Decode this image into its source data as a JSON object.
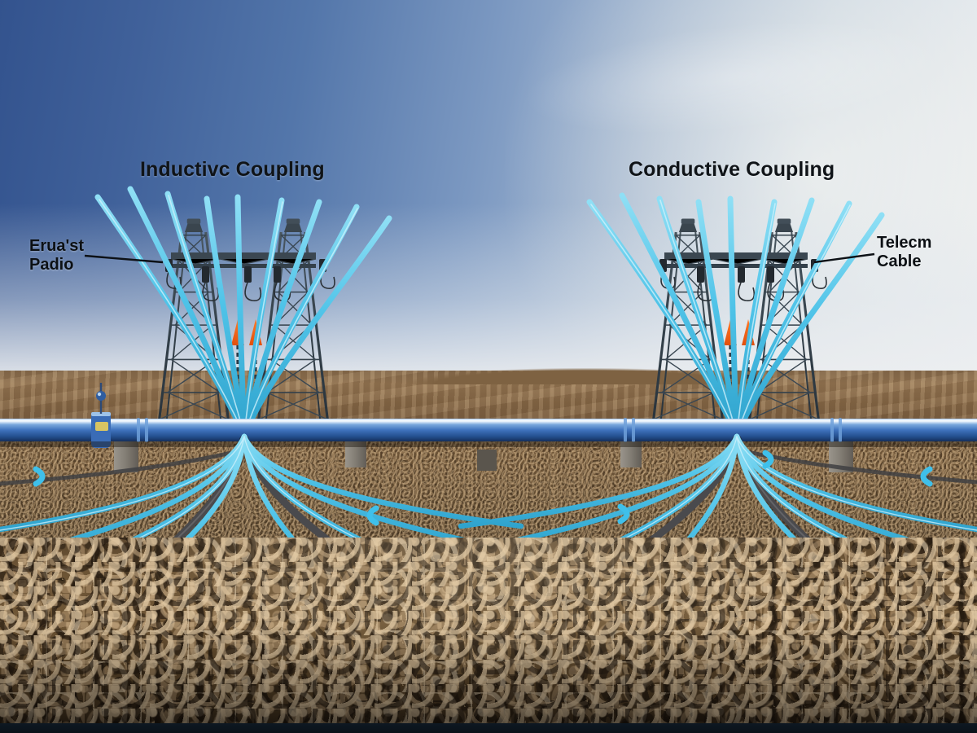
{
  "scene": {
    "name": "AC interference coupling on a buried pipeline beneath a high-voltage transmission line",
    "sky_top_left_color": "#33538e",
    "sky_top_right_color": "#e8ecf0",
    "field_line_color": "#4fc3e8",
    "field_line_highlight": "#a9e6f6",
    "pipeline_color": "#3f72bd",
    "pipeline_highlight": "#e8f0fb",
    "pipeline_shadow": "#17305e",
    "cable_color": "#4a4a4d",
    "arrow_color": "#f4641c",
    "ground_near_color": "#6b5335",
    "ground_far_color": "#8d7050",
    "tower_color": "#2f3942"
  },
  "titles": {
    "left": "Inductivc Coupling",
    "right": "Conductive Coupling"
  },
  "callouts": {
    "left": {
      "line1": "Erua'st",
      "line2": "Padio"
    },
    "right": {
      "line1": "Telecm",
      "line2": "Cable"
    }
  },
  "elements": {
    "pipeline": "buried steel pipeline",
    "tower_left": "lattice transmission tower",
    "tower_right": "lattice transmission tower",
    "telecom_cable": "telecom cable",
    "valve": "pipeline valve assembly",
    "valve_tag_color": "#d8c463",
    "current_arrows": "upward current arrows",
    "flow_chevrons": "field current flow direction markers"
  }
}
